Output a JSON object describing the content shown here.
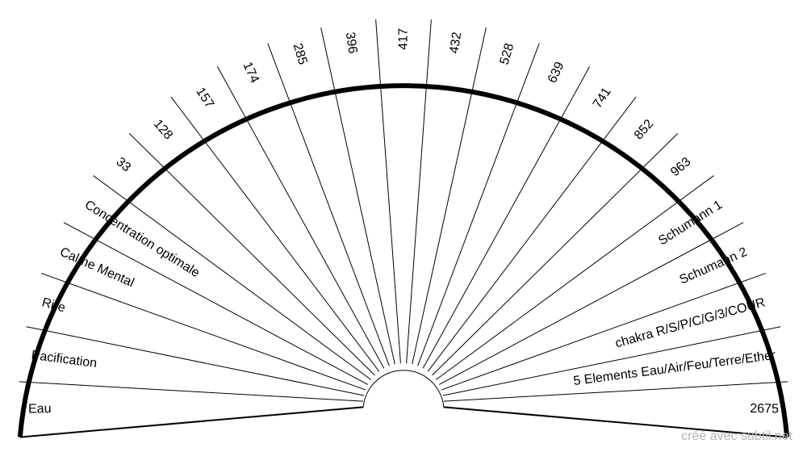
{
  "chart": {
    "type": "pendulum-chart",
    "outline_color": "#000000",
    "background": "#ffffff",
    "sectors": [
      "Eau",
      "Pacification",
      "Rire",
      "Calme Mental",
      "Concentration optimale",
      "33",
      "128",
      "157",
      "174",
      "285",
      "396",
      "417",
      "432",
      "528",
      "639",
      "741",
      "852",
      "963",
      "Schumann 1",
      "Schumann 2",
      "chakra R/S/P/C/G/3/COUR",
      "5 Elements Eau/Air/Feu/Terre/Ether",
      "2675"
    ]
  },
  "footer": {
    "credit": "créé avec subtil.net",
    "credit_color": "#b4b4b4"
  }
}
